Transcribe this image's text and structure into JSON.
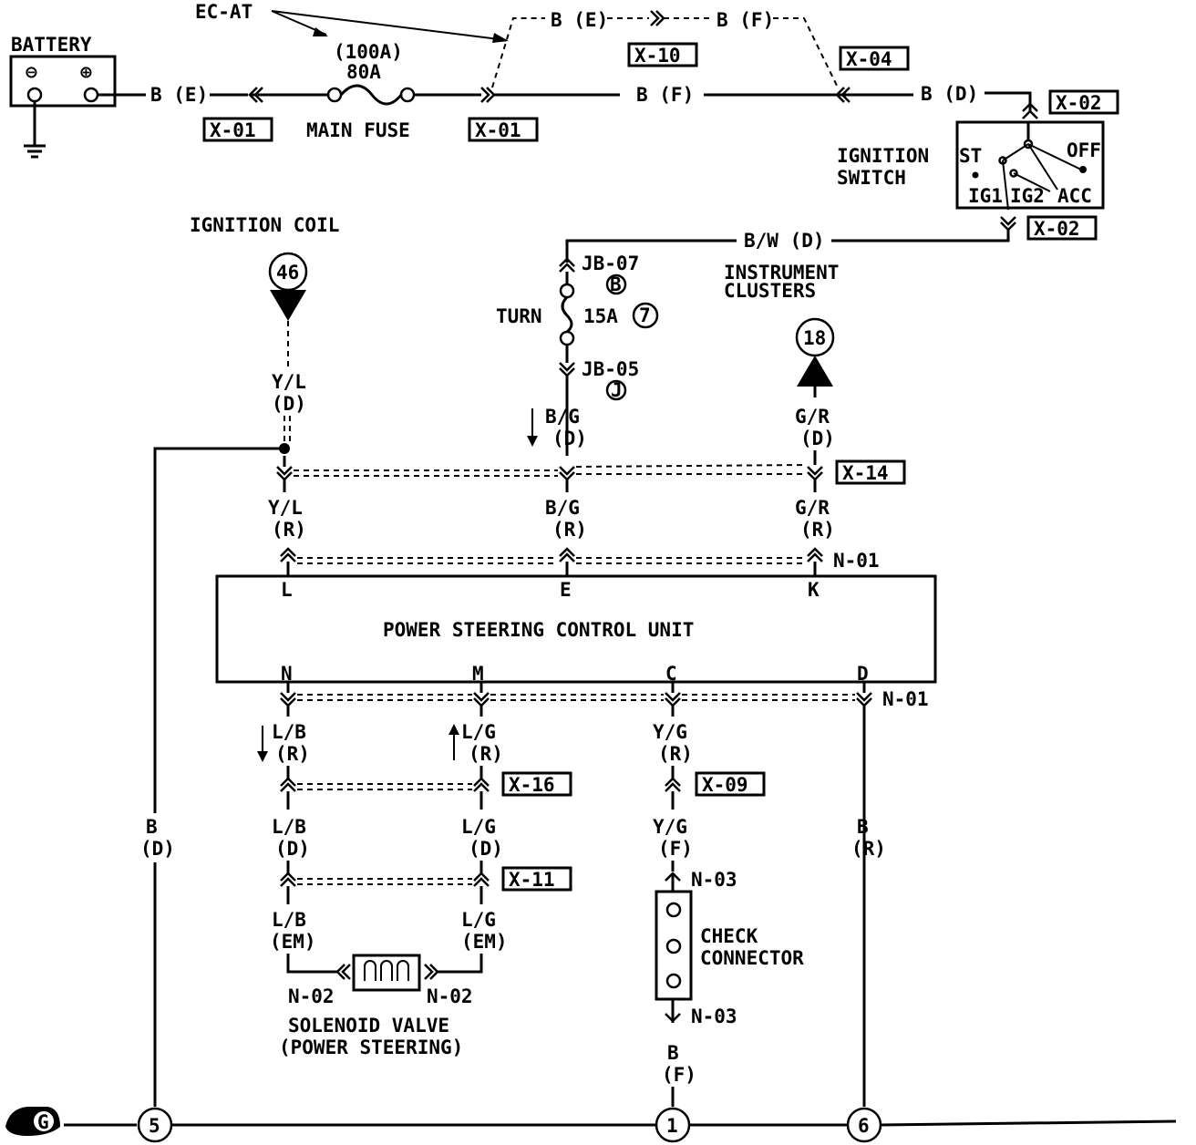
{
  "battery": {
    "label": "BATTERY",
    "minus": "⊖",
    "plus": "⊕"
  },
  "ec_at": "EC-AT",
  "fuse": {
    "rating_alt": "(100A)",
    "rating": "80A",
    "label": "MAIN FUSE"
  },
  "connectors": {
    "x01a": "X-01",
    "x01b": "X-01",
    "x10": "X-10",
    "x04": "X-04",
    "x02a": "X-02",
    "x02b": "X-02",
    "x14": "X-14",
    "x16": "X-16",
    "x11": "X-11",
    "x09": "X-09"
  },
  "wires": {
    "be_1": "B (E)",
    "bf_1": "B (F)",
    "bd_1": "B (D)",
    "be_2": "B (E)",
    "bf_2": "B (F)",
    "bw_d": "B/W (D)",
    "yl_d": [
      "Y/L",
      "(D)"
    ],
    "yl_r": [
      "Y/L",
      "(R)"
    ],
    "bg_d": [
      "B/G",
      "(D)"
    ],
    "bg_r": [
      "B/G",
      "(R)"
    ],
    "gr_d": [
      "G/R",
      "(D)"
    ],
    "gr_r": [
      "G/R",
      "(R)"
    ],
    "lb_r": [
      "L/B",
      "(R)"
    ],
    "lg_r": [
      "L/G",
      "(R)"
    ],
    "yg_r": [
      "Y/G",
      "(R)"
    ],
    "lb_d": [
      "L/B",
      "(D)"
    ],
    "lg_d": [
      "L/G",
      "(D)"
    ],
    "yg_f": [
      "Y/G",
      "(F)"
    ],
    "lb_em": [
      "L/B",
      "(EM)"
    ],
    "lg_em": [
      "L/G",
      "(EM)"
    ],
    "b_d": [
      "B",
      "(D)"
    ],
    "b_r": [
      "B",
      "(R)"
    ],
    "b_f": [
      "B",
      "(F)"
    ]
  },
  "ignition_switch": {
    "title": [
      "IGNITION",
      "SWITCH"
    ],
    "st": "ST",
    "off": "OFF",
    "ig1": "IG1",
    "ig2": "IG2",
    "acc": "ACC"
  },
  "ignition_coil": "IGNITION COIL",
  "instrument_clusters": [
    "INSTRUMENT",
    "CLUSTERS"
  ],
  "junction": {
    "jb07": "JB-07",
    "jb05": "JB-05",
    "b_letter": "B",
    "j_letter": "J",
    "turn": "TURN",
    "amp": "15A",
    "fuse_no": "7"
  },
  "refs": {
    "coil": "46",
    "cluster": "18"
  },
  "unit": {
    "title": "POWER STEERING CONTROL UNIT",
    "pins_top": [
      "L",
      "E",
      "K"
    ],
    "pins_bottom": [
      "N",
      "M",
      "C",
      "D"
    ],
    "n01a": "N-01",
    "n01b": "N-01"
  },
  "solenoid": {
    "title": [
      "SOLENOID VALVE",
      "(POWER STEERING)"
    ],
    "n02a": "N-02",
    "n02b": "N-02"
  },
  "check_connector": {
    "title": [
      "CHECK",
      "CONNECTOR"
    ],
    "n03a": "N-03",
    "n03b": "N-03"
  },
  "ground": {
    "g": "G",
    "n5": "5",
    "n1": "1",
    "n6": "6"
  }
}
